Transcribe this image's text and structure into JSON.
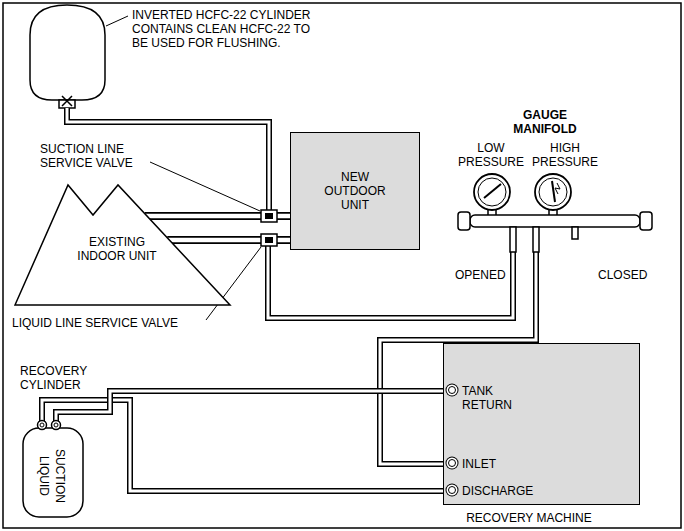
{
  "diagram": {
    "nodes": [
      {
        "text": [
          "NEW OUTDOOR UNIT"
        ]
      },
      {
        "text": [
          "GAUGE MANIFOLD",
          "LOW PRESSURE",
          "HIGH PRESSURE",
          "OPENED",
          "CLOSED"
        ]
      },
      {
        "text": [
          "EXISTING INDOOR UNIT"
        ]
      },
      {
        "text": [
          "RECOVERY CYLINDER",
          "LIQUID",
          "SUCTION"
        ]
      },
      {
        "text": [
          "TANK RETURN",
          "INLET",
          "DISCHARGE",
          "RECOVERY MACHINE"
        ]
      }
    ],
    "edges": [
      {
        "from": 2,
        "to": 0,
        "arrow": "none"
      },
      {
        "from": 2,
        "to": 0,
        "arrow": "none"
      },
      {
        "from": 0,
        "to": 1,
        "arrow": "none"
      },
      {
        "from": 1,
        "to": 4,
        "arrow": "none"
      },
      {
        "from": 4,
        "to": 3,
        "arrow": "none"
      },
      {
        "from": 4,
        "to": 3,
        "arrow": "none"
      }
    ],
    "labels": [
      "INVERTED HCFC-22 CYLINDER CONTAINS CLEAN HCFC-22 TO BE USED FOR FLUSHING.",
      "SUCTION LINE SERVICE VALVE",
      "LIQUID LINE SERVICE VALVE"
    ]
  }
}
